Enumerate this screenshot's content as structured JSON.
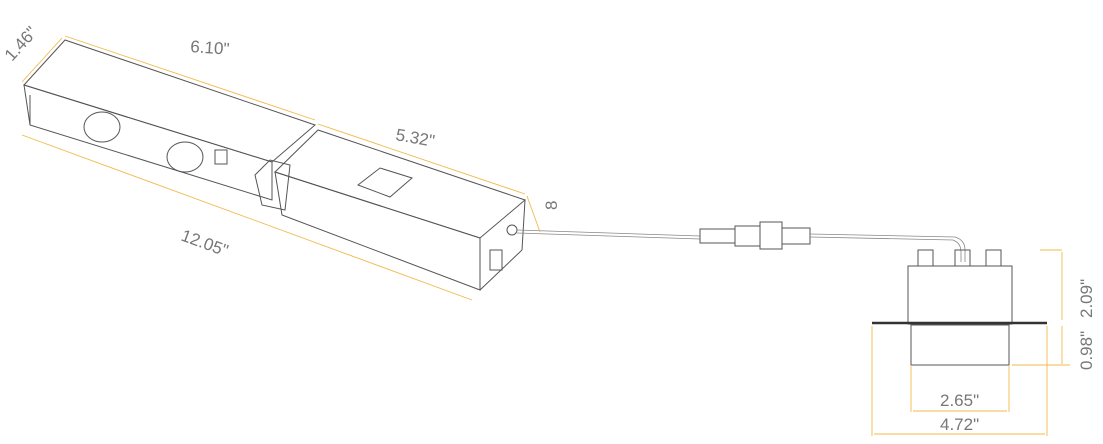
{
  "dimensions": {
    "depth_left": "1.46\"",
    "length_top": "6.10\"",
    "length_total": "12.05\"",
    "length_right": "5.32\"",
    "height_right": "8",
    "height_top": "2.09\"",
    "height_bottom": "0.98\"",
    "width_inner": "2.65\"",
    "width_outer": "4.72\""
  },
  "colors": {
    "dimension_line": "#f2b94a",
    "outline": "#555555"
  }
}
